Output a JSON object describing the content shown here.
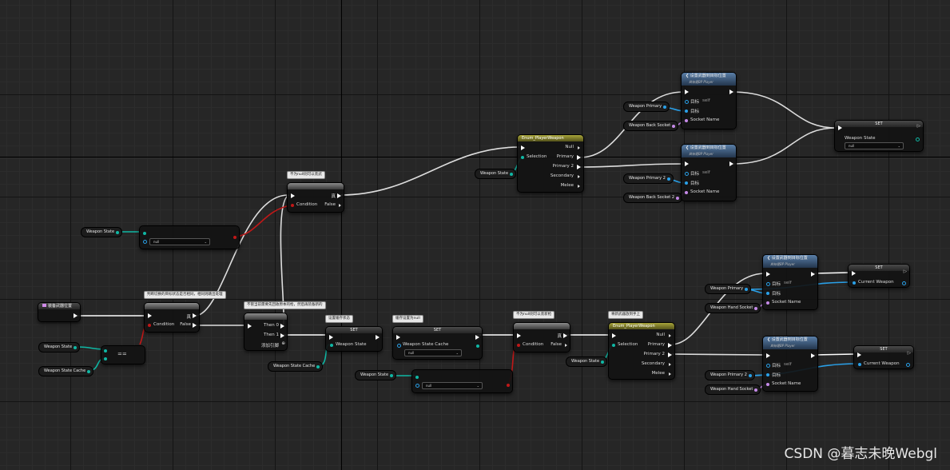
{
  "colors": {
    "exec": "#ffffff",
    "struct": "#0fb7a4",
    "bool": "#c01818",
    "name": "#c58ae8",
    "object": "#2aa0e8"
  },
  "event": {
    "title": "装备武器位置"
  },
  "vars": {
    "weapon_state": "Weapon State",
    "weapon_state_cache": "Weapon State Cache",
    "weapon_primary": "Weapon Primary",
    "weapon_primary_2": "Weapon Primary 2",
    "weapon_back_socket": "Weapon Back Socket",
    "weapon_back_socket_2": "Weapon Back Socket 2",
    "weapon_hand_socket": "Weapon Hand Socket"
  },
  "common": {
    "branch_true": "真",
    "condition": "Condition",
    "false": "False",
    "null": "Null",
    "set": "SET",
    "self": "self",
    "target": "目标",
    "socket_name": "Socket Name",
    "selection": "Selection",
    "current_weapon": "Current Weapon",
    "then0": "Then 0",
    "then1": "Then 1",
    "add_pin": "添加引脚"
  },
  "switch": {
    "title": "Enum_PlayerWeapon",
    "options": [
      "Null",
      "Primary",
      "Primary 2",
      "Secondary",
      "Melee"
    ]
  },
  "attach": {
    "title": "设置武器到目标位置",
    "subtitle": "目标是BP Player"
  },
  "comments": {
    "c1": "判断切换的目标状态是否相同，相同则跳出处理",
    "c2": "不为null则可以装武",
    "c3": "不管当前需要先回收原本的枪，然后再装备新的",
    "c4": "设置缓存状态",
    "c5": "缓存设置为null",
    "c6": "不为null则可以装新枪",
    "c7": "将新武器放到手上"
  },
  "enum": {
    "null_value": "null"
  },
  "eq": {
    "label": "=="
  },
  "watermark": "CSDN @暮志未晚Webgl"
}
